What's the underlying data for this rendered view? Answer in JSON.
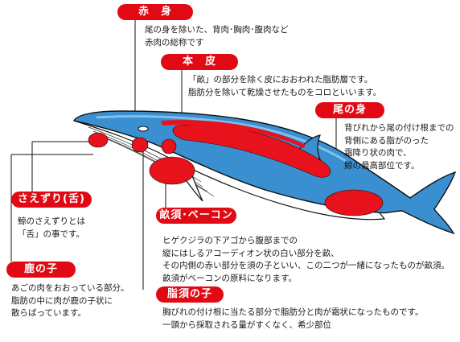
{
  "colors": {
    "label_bg": "#e10a14",
    "label_text": "#ffffff",
    "whale_back": "#3a8fd0",
    "whale_belly": "#ffffff",
    "outline": "#111111",
    "meat_red": "#e8121c",
    "leader_line": "#111111"
  },
  "parts": {
    "akami": {
      "label": "赤　身",
      "description": "尾の身を除いた、背肉･胸肉･腹肉など\n赤肉の総称です"
    },
    "honkawa": {
      "label": "本　皮",
      "description": "「畝」の部分を除く皮におおわれた脂肪層です。\n脂肪分を除いて乾燥させたものをコロといいます。"
    },
    "onomi": {
      "label": "尾の身",
      "description": "背びれから尾の付け根までの\n背側にある脂がのった\n霜降り状の肉で、\n鯨の最高部位です。"
    },
    "saezuri": {
      "label": "さえずり(舌)",
      "description": "鯨のさえずりとは\n「舌」の事です。"
    },
    "unesu": {
      "label": "畝須･ベーコン",
      "description": "ヒゲクジラの下アゴから腹部までの\n縦にはしるアコーディオン状の白い部分を畝、\nその内側の赤い部分を須の子といい、この二つが一緒になったものが畝須。\n畝須がベーコンの原料になります。"
    },
    "kanoko": {
      "label": "鹿の子",
      "description": "あごの肉をおおっている部分。\n脂肪の中に肉が鹿の子状に\n散らばっています。"
    },
    "shisunoko": {
      "label": "脂須の子",
      "description": "胸びれの付け根に当たる部分で脂肪分と肉が霜状になったものです。\n一頭から採取される量がすくなく、希少部位"
    }
  }
}
